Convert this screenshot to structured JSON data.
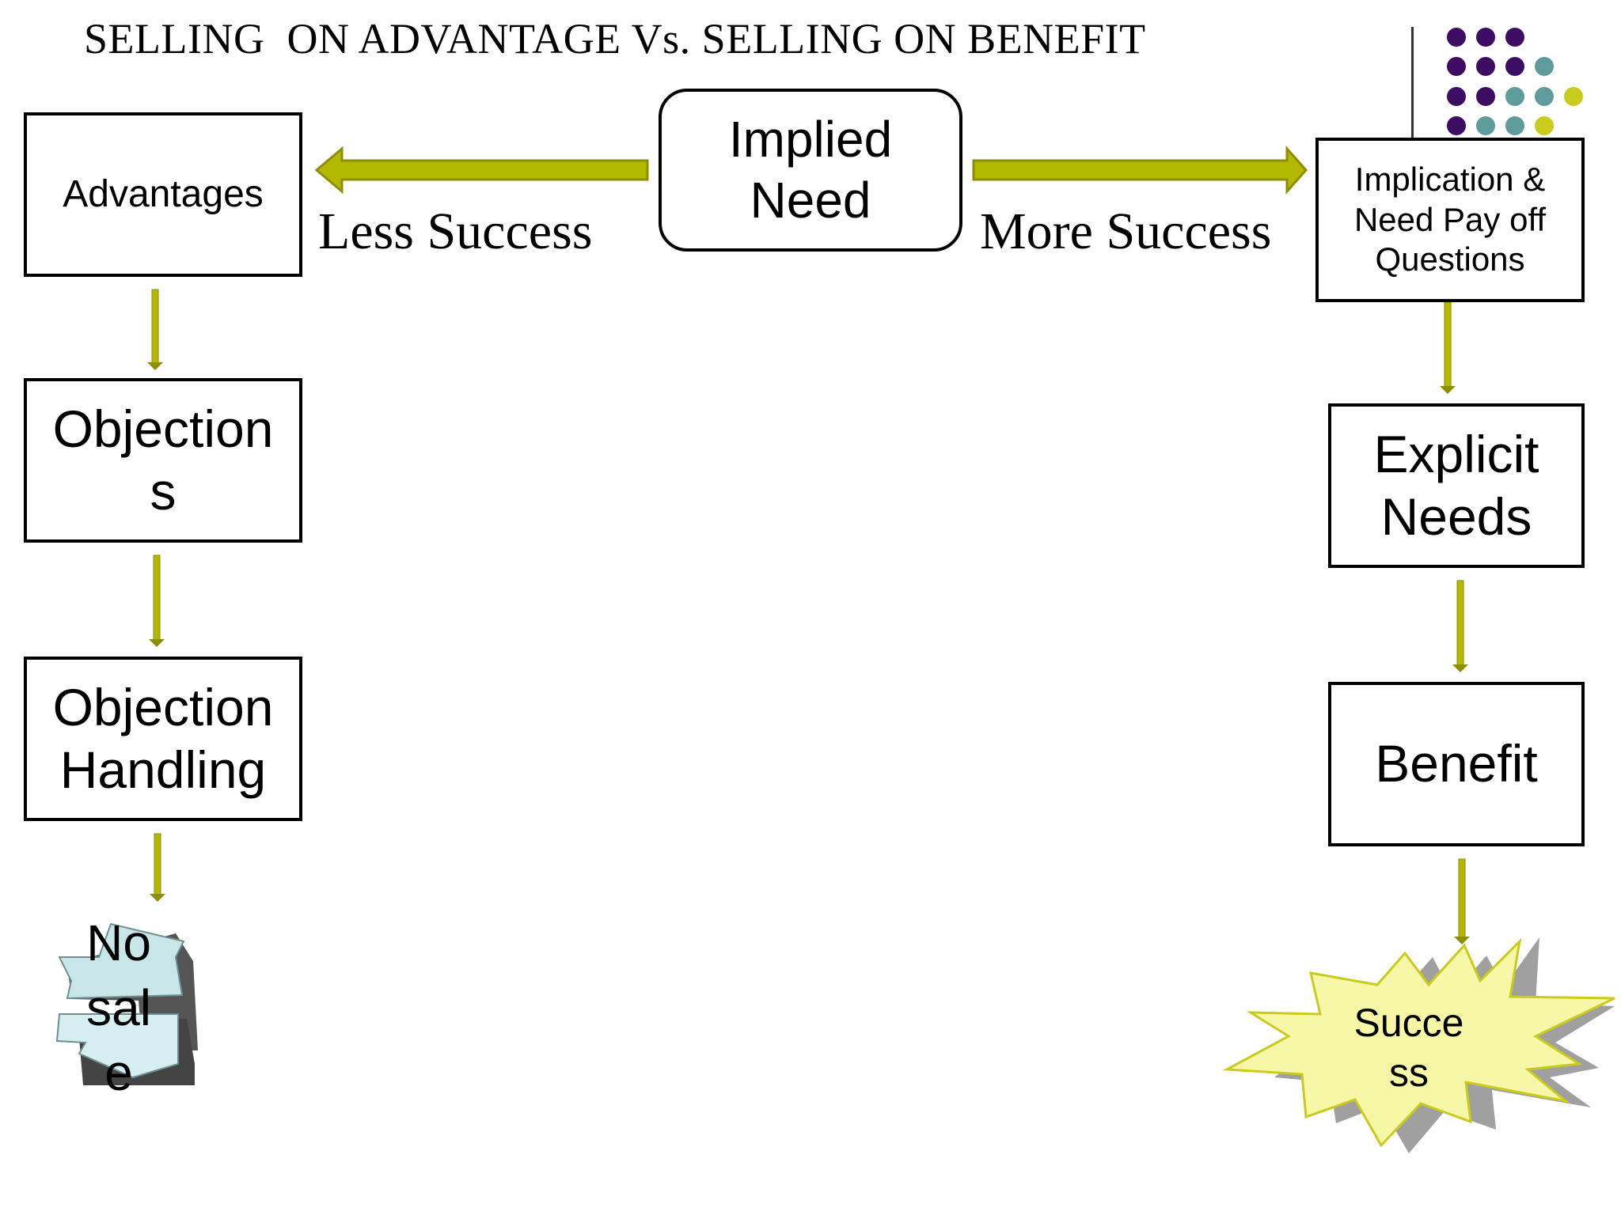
{
  "title": "SELLING  ON ADVANTAGE Vs. SELLING ON BENEFIT",
  "center_node": "Implied\nNeed",
  "left_arrow_label": "Less Success",
  "right_arrow_label": "More Success",
  "left_chain": {
    "advantages": "Advantages",
    "objections": "Objection\ns",
    "objection_handling": "Objection\nHandling",
    "outcome": "No\nsal\ne"
  },
  "right_chain": {
    "questions": "Implication &\nNeed Pay off\nQuestions",
    "explicit_needs": "Explicit\nNeeds",
    "benefit": "Benefit",
    "outcome": "Succe\nss"
  },
  "colors": {
    "arrow": "#b5b800",
    "arrow_dark": "#8c8f00",
    "star_fill": "#f7f7a8",
    "dot_purple": "#3d0c63",
    "dot_teal": "#5f9b9b",
    "dot_yellow": "#c9cc1c",
    "no_sale_fill": "#c8e6e8"
  }
}
